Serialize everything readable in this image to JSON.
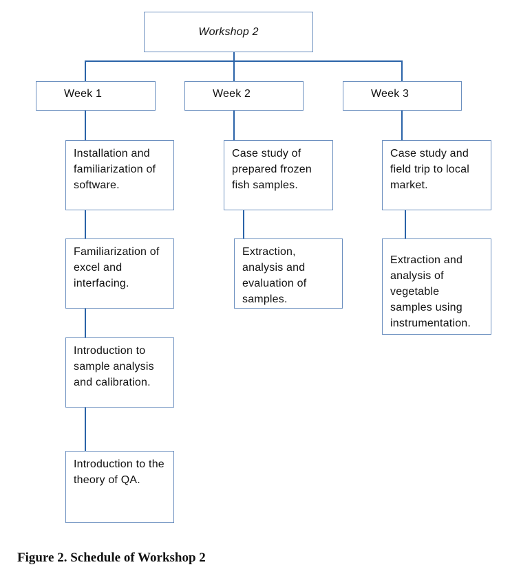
{
  "diagram": {
    "root": "Workshop 2",
    "weeks": [
      {
        "label": "Week 1",
        "tasks": [
          "Installation and familiarization of software.",
          "Familiarization of excel and interfacing.",
          "Introduction to sample analysis and calibration.",
          "Introduction to the theory of QA."
        ]
      },
      {
        "label": "Week 2",
        "tasks": [
          "Case study of prepared frozen fish samples.",
          "Extraction, analysis and evaluation of samples."
        ]
      },
      {
        "label": "Week 3",
        "tasks": [
          "Case study and field trip to local market.",
          "Extraction and analysis of vegetable samples using instrumentation."
        ]
      }
    ],
    "caption": "Figure 2.  Schedule of Workshop 2"
  },
  "colors": {
    "connector": "#2a63a8",
    "box_border": "#6b8fbf"
  }
}
